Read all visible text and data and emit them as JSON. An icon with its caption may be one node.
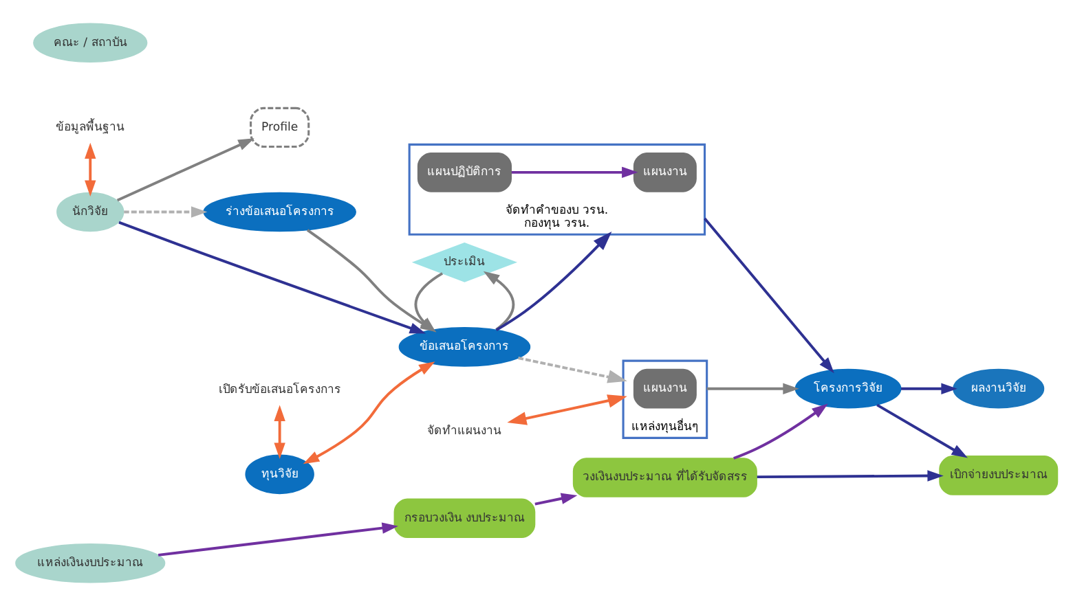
{
  "diagram": {
    "nodes": [
      {
        "text": [
          "ข้อมูลพื้นฐาน"
        ]
      },
      {
        "text": [
          "Profile"
        ]
      },
      {
        "text": [
          "นักวิจัย"
        ]
      },
      {
        "text": [
          "ร่างข้อเสนอโครงการ"
        ]
      },
      {
        "text": [
          "เปิดรับข้อเสนอโครงการ"
        ]
      },
      {
        "text": [
          "ทุนวิจัย"
        ]
      },
      {
        "text": [
          "ข้อเสนอโครงการ"
        ]
      },
      {
        "text": [
          "ประเมิน"
        ]
      },
      {
        "text": [
          "จัดทำแผนงาน"
        ]
      },
      {
        "text": [
          "แหล่งทุนอื่นๆ"
        ]
      },
      {
        "text": [
          "แผนงาน"
        ],
        "in": 9
      },
      {
        "text": [
          "จัดทำคำของบ วรน.",
          "กองทุน วรน."
        ]
      },
      {
        "text": [
          "แผนงาน"
        ],
        "in": 11
      },
      {
        "text": [
          "แผนปฏิบัติการ"
        ],
        "in": 11
      },
      {
        "text": [
          "คณะ / สถาบัน"
        ]
      },
      {
        "text": [
          "โครงการวิจัย"
        ]
      },
      {
        "text": [
          "ผลงานวิจัย"
        ]
      },
      {
        "text": [
          "แหล่งเงินงบประมาณ"
        ]
      },
      {
        "text": [
          "กรอบวงเงิน งบประมาณ"
        ]
      },
      {
        "text": [
          "วงเงินงบประมาณ ที่ได้รับจัดสรร"
        ]
      },
      {
        "text": [
          "เบิกจ่ายงบประมาณ"
        ]
      }
    ],
    "edges": [
      {
        "from": 0,
        "to": 2,
        "arrow": "both",
        "color": "#f26b3a"
      },
      {
        "from": 2,
        "to": 1,
        "arrow": "to"
      },
      {
        "from": 2,
        "to": 3,
        "arrow": "to",
        "style": "dashed",
        "color": "#b0b0b0"
      },
      {
        "from": 3,
        "to": 6,
        "arrow": "to"
      },
      {
        "from": 2,
        "to": 6,
        "arrow": "to",
        "color": "#2e3192"
      },
      {
        "from": 4,
        "to": 5,
        "arrow": "both",
        "color": "#f26b3a"
      },
      {
        "from": 5,
        "to": 6,
        "arrow": "both",
        "color": "#f26b3a"
      },
      {
        "from": 6,
        "to": 7,
        "arrow": "to"
      },
      {
        "from": 7,
        "to": 6,
        "arrow": "to"
      },
      {
        "from": 6,
        "to": 9,
        "arrow": "to",
        "style": "dashed",
        "color": "#b0b0b0"
      },
      {
        "from": 6,
        "to": 11,
        "arrow": "to",
        "color": "#2e3192"
      },
      {
        "from": 8,
        "to": 9,
        "arrow": "both",
        "color": "#f26b3a"
      },
      {
        "from": 13,
        "to": 12,
        "arrow": "to",
        "color": "#7030a0"
      },
      {
        "from": 9,
        "to": 15,
        "arrow": "to"
      },
      {
        "from": 11,
        "to": 15,
        "arrow": "to",
        "color": "#2e3192"
      },
      {
        "from": 15,
        "to": 16,
        "arrow": "to",
        "color": "#2e3192"
      },
      {
        "from": 17,
        "to": 18,
        "arrow": "to",
        "color": "#7030a0"
      },
      {
        "from": 18,
        "to": 19,
        "arrow": "to",
        "color": "#7030a0"
      },
      {
        "from": 19,
        "to": 15,
        "arrow": "to",
        "color": "#7030a0"
      },
      {
        "from": 15,
        "to": 20,
        "arrow": "to",
        "color": "#2e3192"
      },
      {
        "from": 19,
        "to": 20,
        "arrow": "to",
        "color": "#2e3192"
      }
    ]
  }
}
